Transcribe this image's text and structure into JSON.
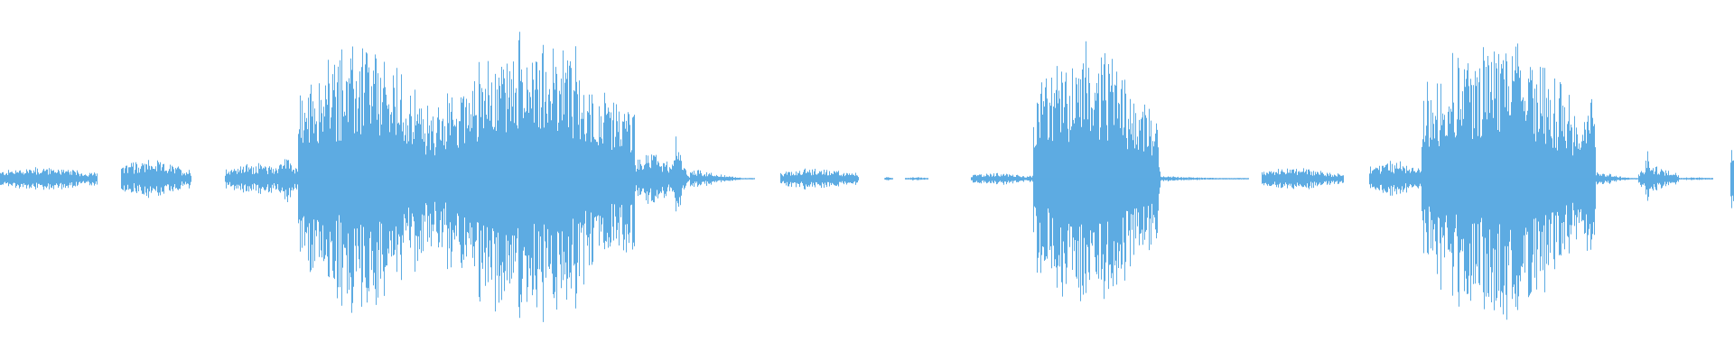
{
  "waveform": {
    "color": "#5dabe2",
    "background": "#ffffff",
    "amplitude_scale": 1.0,
    "segments": [
      {
        "start": 0.0,
        "end": 0.056,
        "peak": 0.08,
        "decay": false
      },
      {
        "start": 0.07,
        "end": 0.11,
        "peak": 0.12,
        "decay": false
      },
      {
        "start": 0.13,
        "end": 0.172,
        "peak": 0.1,
        "decay": false
      },
      {
        "start": 0.16,
        "end": 0.172,
        "peak": 0.16,
        "decay": false
      },
      {
        "start": 0.172,
        "end": 0.258,
        "peak": 0.85,
        "decay": false
      },
      {
        "start": 0.258,
        "end": 0.366,
        "peak": 0.92,
        "decay": false
      },
      {
        "start": 0.366,
        "end": 0.389,
        "peak": 0.18,
        "decay": false
      },
      {
        "start": 0.389,
        "end": 0.398,
        "peak": 0.32,
        "decay": true
      },
      {
        "start": 0.398,
        "end": 0.435,
        "peak": 0.07,
        "decay": true
      },
      {
        "start": 0.45,
        "end": 0.495,
        "peak": 0.07,
        "decay": false
      },
      {
        "start": 0.51,
        "end": 0.515,
        "peak": 0.01,
        "decay": false
      },
      {
        "start": 0.522,
        "end": 0.535,
        "peak": 0.01,
        "decay": false
      },
      {
        "start": 0.56,
        "end": 0.596,
        "peak": 0.04,
        "decay": false
      },
      {
        "start": 0.596,
        "end": 0.668,
        "peak": 0.88,
        "decay": false
      },
      {
        "start": 0.668,
        "end": 0.67,
        "peak": 0.15,
        "decay": true
      },
      {
        "start": 0.67,
        "end": 0.72,
        "peak": 0.02,
        "decay": true
      },
      {
        "start": 0.728,
        "end": 0.775,
        "peak": 0.07,
        "decay": false
      },
      {
        "start": 0.79,
        "end": 0.82,
        "peak": 0.12,
        "decay": false
      },
      {
        "start": 0.82,
        "end": 0.92,
        "peak": 0.92,
        "decay": false
      },
      {
        "start": 0.92,
        "end": 0.945,
        "peak": 0.06,
        "decay": true
      },
      {
        "start": 0.945,
        "end": 0.968,
        "peak": 0.08,
        "decay": false
      },
      {
        "start": 0.968,
        "end": 0.988,
        "peak": 0.01,
        "decay": false
      },
      {
        "start": 0.998,
        "end": 1.0,
        "peak": 0.26,
        "decay": false
      }
    ],
    "envelope_peaks": [
      {
        "at": 0.174,
        "peak": 0.55
      },
      {
        "at": 0.222,
        "peak": 0.92
      },
      {
        "at": 0.332,
        "peak": 0.97
      },
      {
        "at": 0.392,
        "peak": 0.32
      },
      {
        "at": 0.628,
        "peak": 0.95
      },
      {
        "at": 0.832,
        "peak": 0.88
      },
      {
        "at": 0.888,
        "peak": 0.97
      },
      {
        "at": 0.95,
        "peak": 0.25
      }
    ]
  }
}
